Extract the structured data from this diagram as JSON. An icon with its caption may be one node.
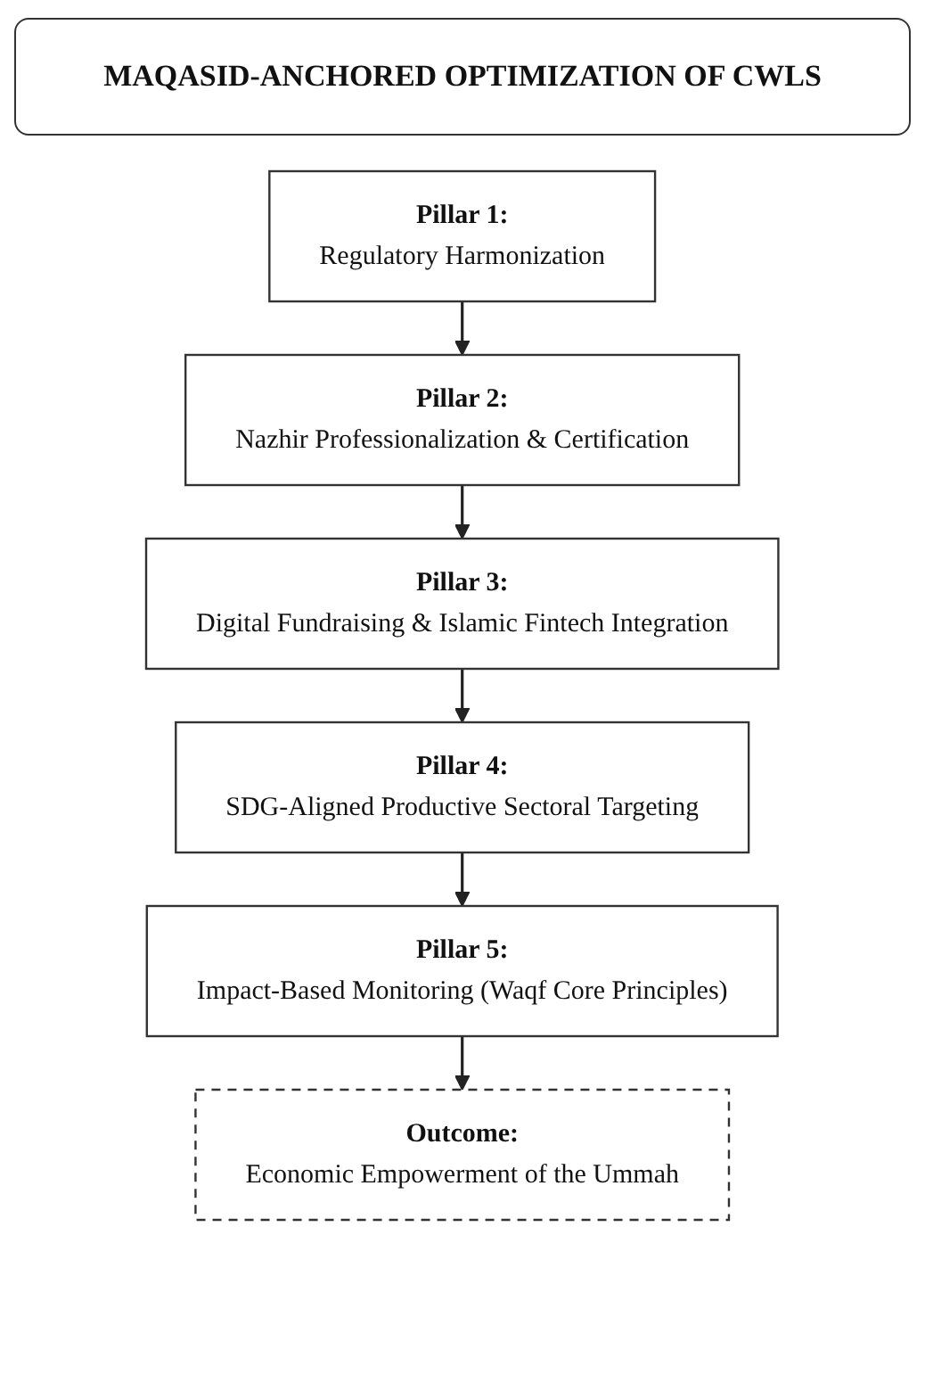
{
  "diagram": {
    "title": "MAQASID-ANCHORED OPTIMIZATION OF CWLS",
    "nodes": [
      {
        "text": [
          "Pillar 1:",
          "Regulatory Harmonization"
        ]
      },
      {
        "text": [
          "Pillar 2:",
          "Nazhir Professionalization & Certification"
        ]
      },
      {
        "text": [
          "Pillar 3:",
          "Digital Fundraising & Islamic Fintech Integration"
        ]
      },
      {
        "text": [
          "Pillar 4:",
          "SDG-Aligned Productive Sectoral Targeting"
        ]
      },
      {
        "text": [
          "Pillar 5:",
          "Impact-Based Monitoring (Waqf Core Principles)"
        ]
      },
      {
        "text": [
          "Outcome:",
          "Economic Empowerment of the Ummah"
        ]
      }
    ],
    "edges": [
      {
        "from": 0,
        "to": 1,
        "arrow": "to"
      },
      {
        "from": 1,
        "to": 2,
        "arrow": "to"
      },
      {
        "from": 2,
        "to": 3,
        "arrow": "to"
      },
      {
        "from": 3,
        "to": 4,
        "arrow": "to"
      },
      {
        "from": 4,
        "to": 5,
        "arrow": "to"
      }
    ]
  }
}
